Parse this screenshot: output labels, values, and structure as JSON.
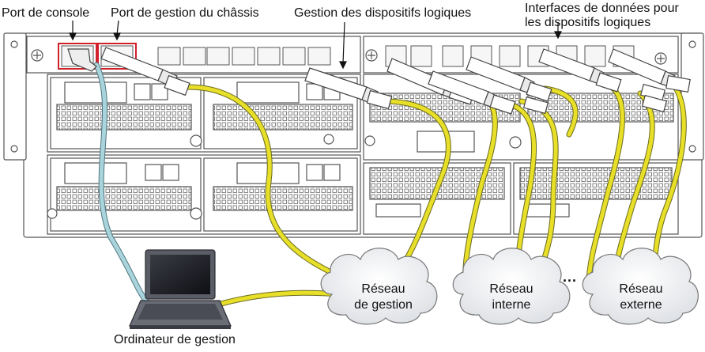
{
  "labels": {
    "console_port": "Port de console",
    "chassis_mgmt_port": "Port de gestion du châssis",
    "logical_device_mgmt": "Gestion des dispositifs logiques",
    "data_interfaces_line1": "Interfaces de données pour",
    "data_interfaces_line2": "les dispositifs logiques",
    "mgmt_computer": "Ordinateur de gestion"
  },
  "networks": {
    "management_line1": "Réseau",
    "management_line2": "de gestion",
    "internal_line1": "Réseau",
    "internal_line2": "interne",
    "external_line1": "Réseau",
    "external_line2": "externe",
    "ellipsis": "..."
  },
  "colors": {
    "chassis_outline": "#555555",
    "chassis_fill": "#ffffff",
    "highlight_box": "#d0202a",
    "console_cable": "#a9d4dc",
    "network_cable": "#e8e028",
    "cable_outline": "#6a6a20",
    "cloud_fill": "#eaecee",
    "laptop_body": "#5a5c66"
  }
}
